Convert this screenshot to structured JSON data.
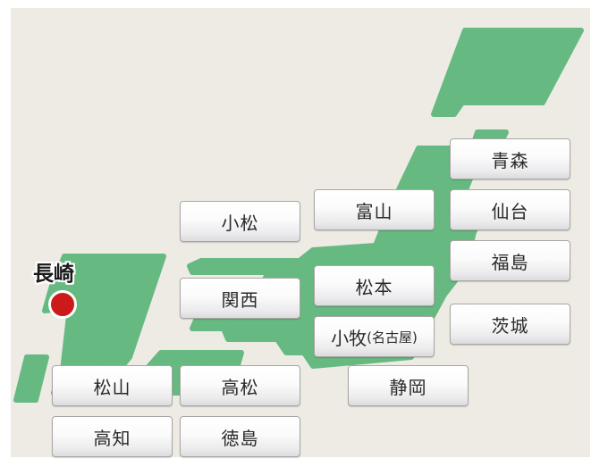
{
  "map": {
    "background_color": "#eeebe5",
    "land_color": "#66b981",
    "origin": {
      "label": "長崎",
      "marker_color": "#cc1a1a"
    },
    "destinations": [
      {
        "id": "aomori",
        "label": "青森",
        "sub": ""
      },
      {
        "id": "sendai",
        "label": "仙台",
        "sub": ""
      },
      {
        "id": "toyama",
        "label": "富山",
        "sub": ""
      },
      {
        "id": "komatsu",
        "label": "小松",
        "sub": ""
      },
      {
        "id": "fukushima",
        "label": "福島",
        "sub": ""
      },
      {
        "id": "kansai",
        "label": "関西",
        "sub": ""
      },
      {
        "id": "matsumoto",
        "label": "松本",
        "sub": ""
      },
      {
        "id": "komaki",
        "label": "小牧",
        "sub": "(名古屋)"
      },
      {
        "id": "ibaraki",
        "label": "茨城",
        "sub": ""
      },
      {
        "id": "matsuyama",
        "label": "松山",
        "sub": ""
      },
      {
        "id": "takamatsu",
        "label": "高松",
        "sub": ""
      },
      {
        "id": "shizuoka",
        "label": "静岡",
        "sub": ""
      },
      {
        "id": "kochi",
        "label": "高知",
        "sub": ""
      },
      {
        "id": "tokushima",
        "label": "徳島",
        "sub": ""
      }
    ]
  }
}
